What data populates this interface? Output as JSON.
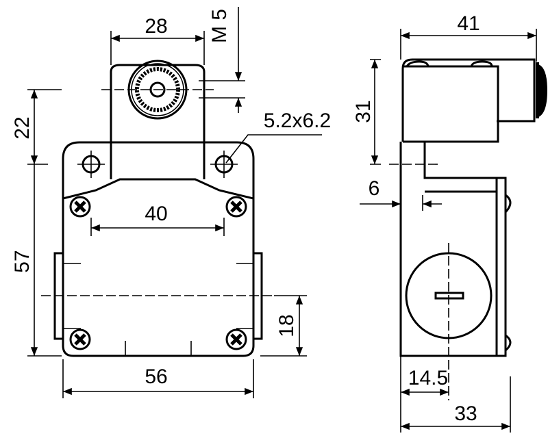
{
  "dimensions": {
    "roller_width": "28",
    "thread": "M 5",
    "head_height": "22",
    "slot_hole": "5.2x6.2",
    "screw_spacing": "40",
    "body_height": "57",
    "tab_offset": "18",
    "body_width": "56",
    "side_depth_total": "41",
    "side_head_height": "31",
    "side_offset": "6",
    "key_offset": "14.5",
    "side_depth_body": "33"
  }
}
